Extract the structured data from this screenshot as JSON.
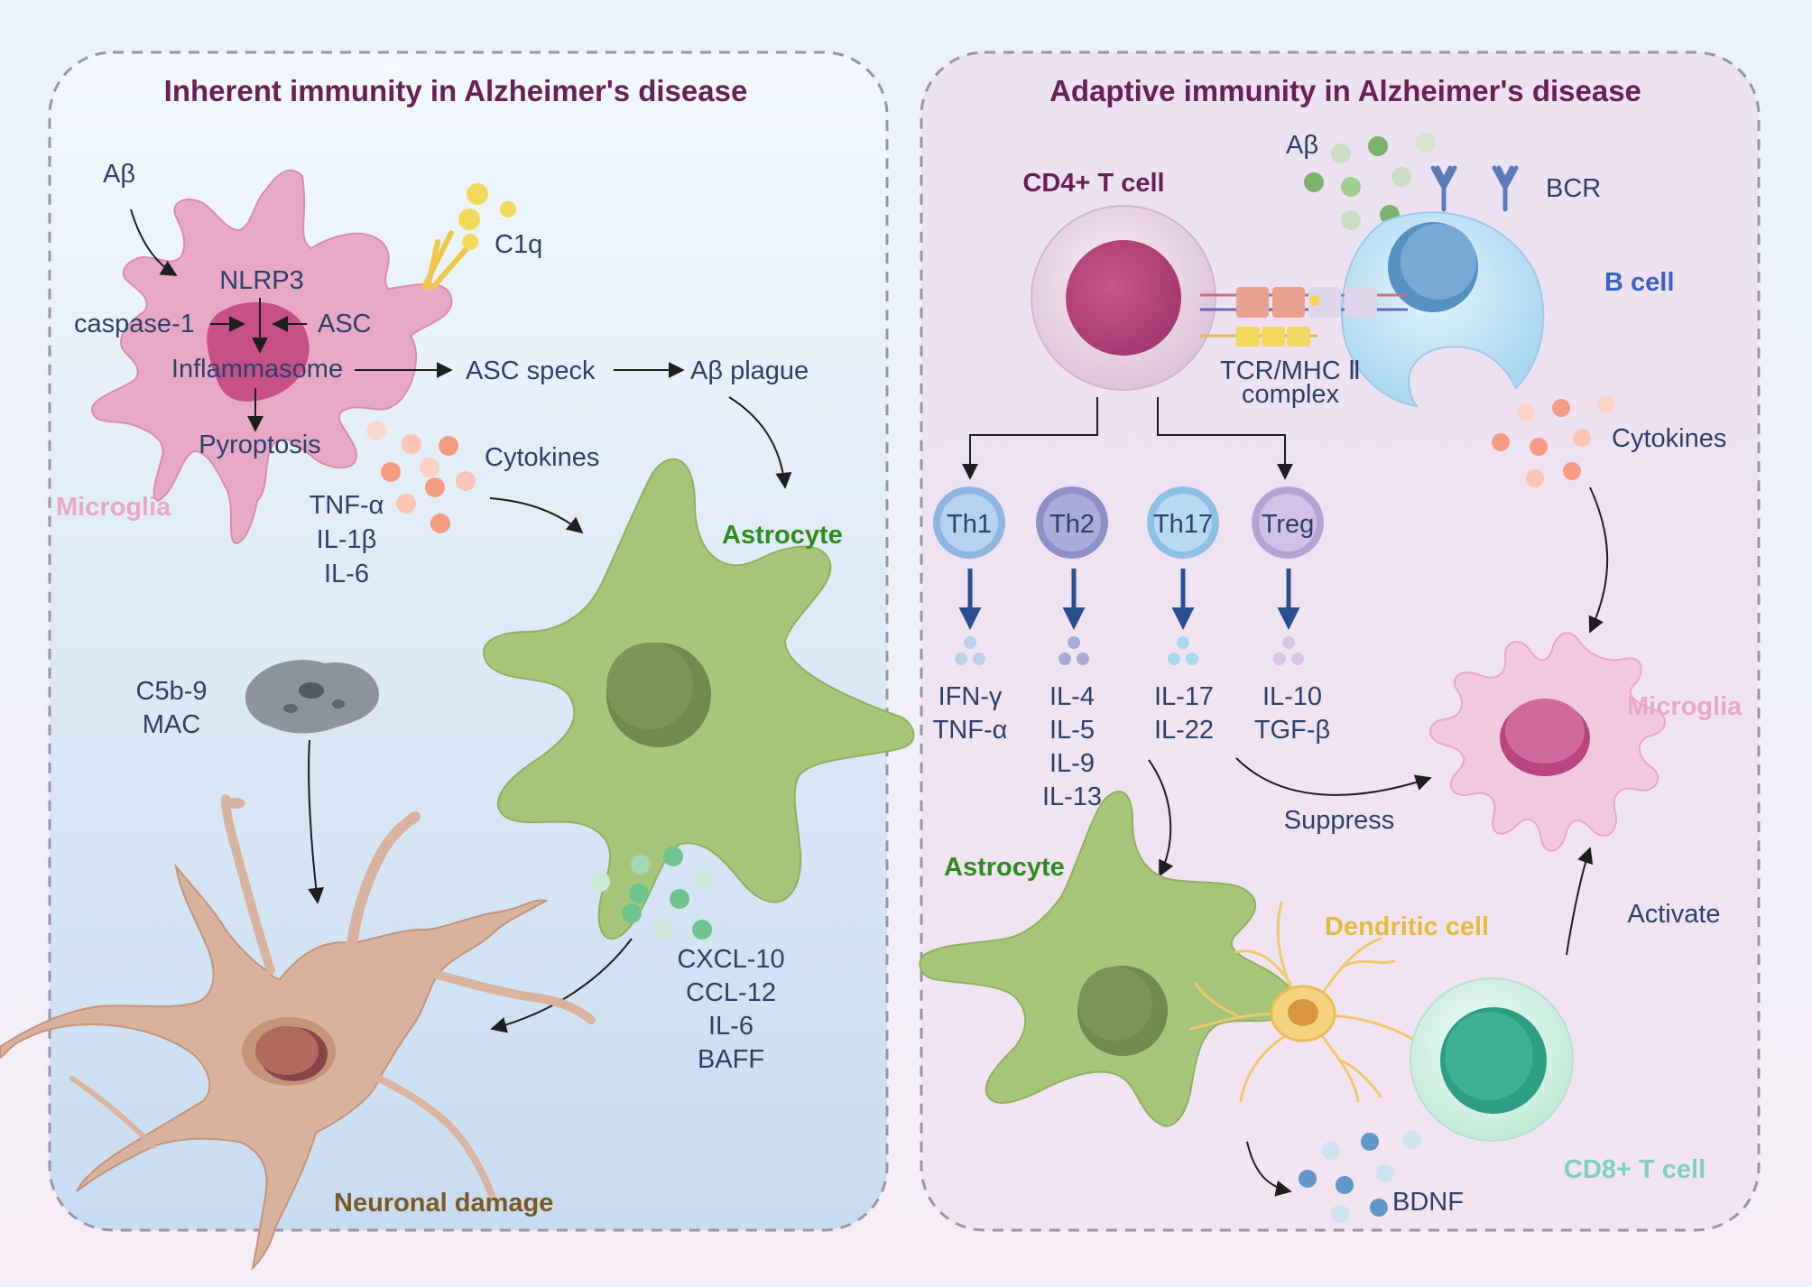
{
  "left_panel": {
    "title": "Inherent immunity in Alzheimer's disease",
    "abeta": "Aβ",
    "nlrp3": "NLRP3",
    "caspase": "caspase-1",
    "asc": "ASC",
    "inflammasome": "Inflammasome",
    "pyroptosis": "Pyroptosis",
    "microglia": "Microglia",
    "c1q": "C1q",
    "asc_speck": "ASC speck",
    "abeta_plaque": "Aβ plague",
    "cytokines": "Cytokines",
    "cytokine_list": [
      "TNF-α",
      "IL-1β",
      "IL-6"
    ],
    "astrocyte": "Astrocyte",
    "mac": [
      "C5b-9",
      "MAC"
    ],
    "chemokine_list": [
      "CXCL-10",
      "CCL-12",
      "IL-6",
      "BAFF"
    ],
    "neuronal_damage": "Neuronal damage"
  },
  "right_panel": {
    "title": "Adaptive immunity in Alzheimer's disease",
    "cd4": "CD4+ T cell",
    "abeta": "Aβ",
    "bcr": "BCR",
    "bcell": "B cell",
    "tcr": [
      "TCR/MHC Ⅱ",
      "complex"
    ],
    "cytokines": "Cytokines",
    "subsets": [
      {
        "name": "Th1",
        "outputs": [
          "IFN-γ",
          "TNF-α"
        ]
      },
      {
        "name": "Th2",
        "outputs": [
          "IL-4",
          "IL-5",
          "IL-9",
          "IL-13"
        ]
      },
      {
        "name": "Th17",
        "outputs": [
          "IL-17",
          "IL-22"
        ]
      },
      {
        "name": "Treg",
        "outputs": [
          "IL-10",
          "TGF-β"
        ]
      }
    ],
    "suppress": "Suppress",
    "microglia": "Microglia",
    "astrocyte": "Astrocyte",
    "dendritic": "Dendritic cell",
    "activate": "Activate",
    "cd8": "CD8+ T cell",
    "bdnf": "BDNF"
  },
  "colors": {
    "title": "#6a1f55",
    "text": "#2d3f6b",
    "microglia": "#e7a9c6",
    "astrocyte": "#a6c779",
    "astrocyte_label": "#2e8b1e",
    "bcell_label": "#3b62c5",
    "dendritic_label": "#e8b93a",
    "cd8_label": "#7ed0c3",
    "neuron_label": "#7a5a23"
  }
}
